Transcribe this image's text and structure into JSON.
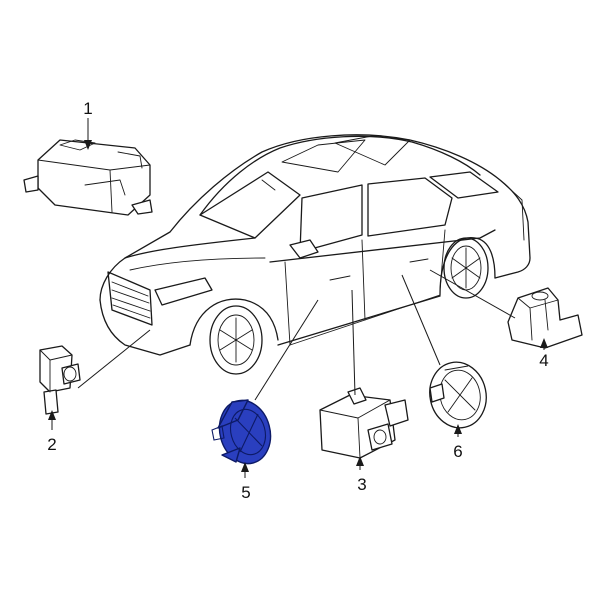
{
  "diagram": {
    "highlight_color": "#2a3fbf",
    "callouts": [
      {
        "id": "1",
        "label": "1"
      },
      {
        "id": "2",
        "label": "2"
      },
      {
        "id": "3",
        "label": "3"
      },
      {
        "id": "4",
        "label": "4"
      },
      {
        "id": "5",
        "label": "5"
      },
      {
        "id": "6",
        "label": "6"
      }
    ],
    "highlighted_part": "5"
  }
}
